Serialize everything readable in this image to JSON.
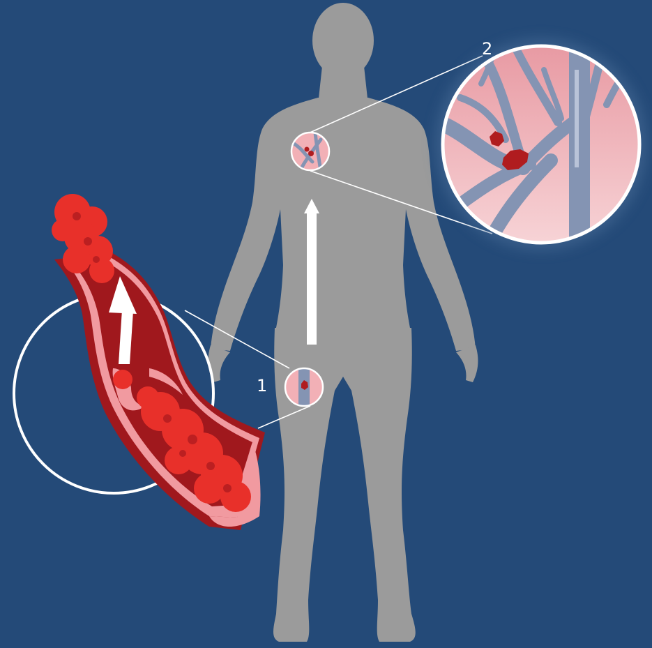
{
  "labels": {
    "callout_1": "1",
    "callout_2": "2"
  },
  "parts": {
    "body": "human-body-silhouette",
    "arrow_torso": "upward-arrow",
    "arrow_vein": "upward-arrow",
    "leg_zoom": "leg-vein-clot",
    "lung_zoom": "lung-vessels-embolism",
    "vein_cutaway": "vein-cross-section-with-clot"
  },
  "colors": {
    "background": "#244a78",
    "body": "#9b9b9b",
    "clot": "#e8302a",
    "clot_dark": "#b01c1f",
    "vein_wall_outer": "#a0181d",
    "vein_wall_inner": "#f19aa0",
    "tissue_pink": "#f2b0b6",
    "vessel_blue": "#8494b3",
    "arrow": "#ffffff",
    "leader_line": "#ffffff"
  }
}
